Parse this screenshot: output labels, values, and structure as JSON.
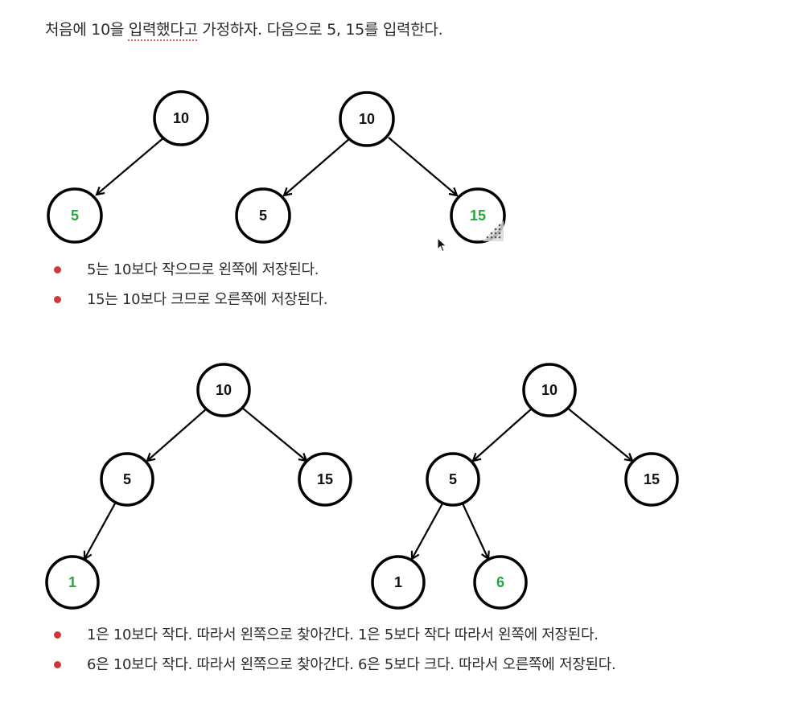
{
  "intro": {
    "before": "처음에 10을 ",
    "squiggle": "입력했다고",
    "after": " 가정하자. 다음으로 5, 15를 입력한다."
  },
  "trees": {
    "t1": {
      "root": "10",
      "left": "5"
    },
    "t2": {
      "root": "10",
      "left": "5",
      "right": "15"
    },
    "t3": {
      "root": "10",
      "left": "5",
      "right": "15",
      "left_left": "1"
    },
    "t4": {
      "root": "10",
      "left": "5",
      "right": "15",
      "left_left": "1",
      "left_right": "6"
    }
  },
  "colors": {
    "new_node": "#22a83a",
    "bullet": "#d0393b",
    "edge": "#000000"
  },
  "bullets_first": [
    "5는 10보다 작으므로 왼쪽에 저장된다.",
    "15는 10보다 크므로 오른쪽에 저장된다."
  ],
  "bullets_second": [
    "1은 10보다 작다. 따라서 왼쪽으로 찾아간다. 1은 5보다 작다 따라서 왼쪽에 저장된다.",
    "6은 10보다 작다. 따라서 왼쪽으로 찾아간다. 6은 5보다 크다. 따라서 오른쪽에 저장된다."
  ]
}
